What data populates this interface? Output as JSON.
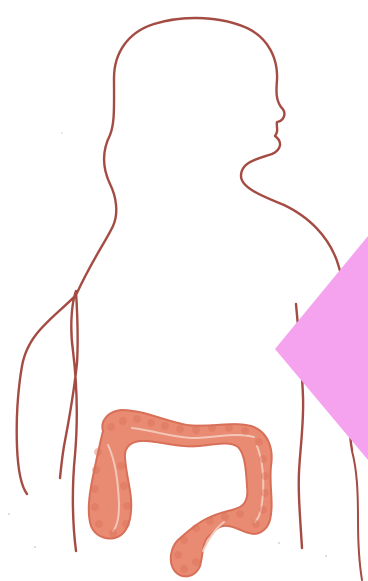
{
  "colors": {
    "background": "#ffffff",
    "outline": "#a44b43",
    "colon_fill": "#e98b72",
    "colon_shadow": "#d86f58",
    "colon_highlight": "#f3c7b8",
    "pointer": "#f5a3ef"
  },
  "figure": {
    "subject": "human-silhouette",
    "organ": "large-intestine",
    "marker": "pink-pointer"
  }
}
